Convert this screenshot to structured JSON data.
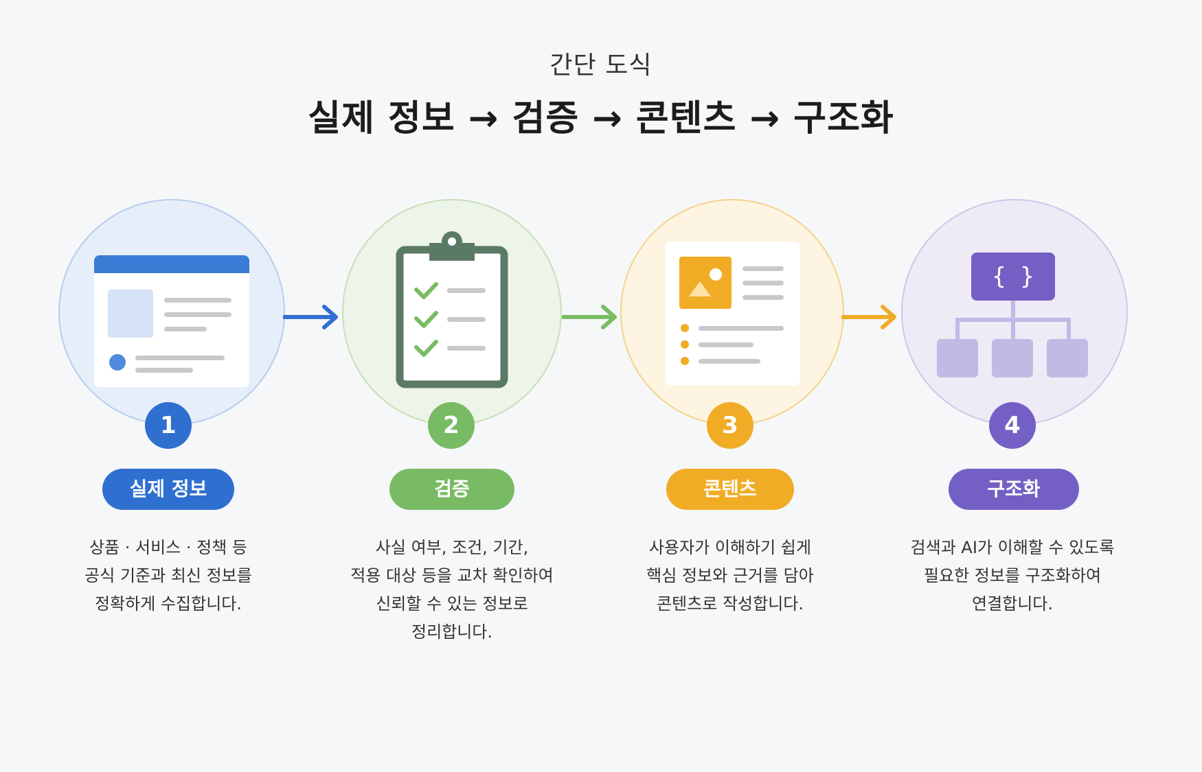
{
  "header": {
    "subtitle": "간단 도식",
    "title": "실제 정보 → 검증 → 콘텐츠 → 구조화"
  },
  "colors": {
    "step1": "#2f6fd0",
    "step2": "#79bb64",
    "step3": "#f0ac25",
    "step4": "#7460c4"
  },
  "steps": [
    {
      "number": "1",
      "label": "실제 정보",
      "icon": "browser-window-icon",
      "lines": [
        "상품 · 서비스 · 정책 등",
        "공식 기준과 최신 정보를",
        "정확하게 수집합니다."
      ]
    },
    {
      "number": "2",
      "label": "검증",
      "icon": "clipboard-checklist-icon",
      "lines": [
        "사실 여부, 조건, 기간,",
        "적용 대상 등을 교차 확인하여",
        "신뢰할 수 있는 정보로",
        "정리합니다."
      ]
    },
    {
      "number": "3",
      "label": "콘텐츠",
      "icon": "content-document-icon",
      "lines": [
        "사용자가 이해하기 쉽게",
        "핵심 정보와 근거를 담아",
        "콘텐츠로 작성합니다."
      ]
    },
    {
      "number": "4",
      "label": "구조화",
      "icon": "structure-tree-icon",
      "lines": [
        "검색과 AI가 이해할 수 있도록",
        "필요한 정보를 구조화하여",
        "연결합니다."
      ]
    }
  ],
  "icon_text": {
    "braces": "{ }"
  }
}
